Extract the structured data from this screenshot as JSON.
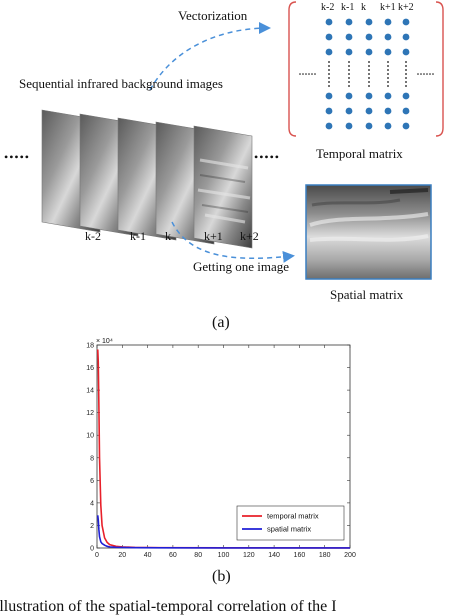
{
  "figure_a": {
    "vectorization_label": "Vectorization",
    "images_label": "Sequential infrared background images",
    "frame_labels": [
      "k-2",
      "k-1",
      "k",
      "k+1",
      "k+2"
    ],
    "matrix_col_labels": [
      "k-2",
      "k-1",
      "k",
      "k+1",
      "k+2"
    ],
    "left_ellipsis": "•••••",
    "right_ellipsis": "•••••",
    "getting_label": "Getting one image",
    "temporal_matrix_label": "Temporal matrix",
    "spatial_matrix_label": "Spatial matrix",
    "panel_label": "(a)",
    "colors": {
      "arrow": "#4a90d9",
      "bracket": "#d9534f",
      "dots": "#2e75b6",
      "spatial_border": "#3a7fc1"
    }
  },
  "figure_b": {
    "panel_label": "(b)",
    "caption_fragment": "Illustration of the spatial-temporal correlation of the I",
    "chart_data": {
      "type": "line",
      "title": "",
      "xlabel": "",
      "ylabel": "",
      "xlim": [
        0,
        200
      ],
      "ylim": [
        0,
        18
      ],
      "y_multiplier": "× 10⁴",
      "x_ticks": [
        0,
        20,
        40,
        60,
        80,
        100,
        120,
        140,
        160,
        180,
        200
      ],
      "y_ticks": [
        0,
        2,
        4,
        6,
        8,
        10,
        12,
        14,
        16,
        18
      ],
      "legend_position": "bottom-right",
      "series": [
        {
          "name": "temporal matrix",
          "color": "#e8202a",
          "x": [
            0.6,
            1,
            1.5,
            2,
            3,
            4,
            6,
            8,
            10,
            15,
            20,
            30,
            50,
            100,
            200
          ],
          "y": [
            17.6,
            16.5,
            12.5,
            8.0,
            3.8,
            2.0,
            0.9,
            0.5,
            0.3,
            0.15,
            0.1,
            0.05,
            0.03,
            0.02,
            0.01
          ]
        },
        {
          "name": "spatial matrix",
          "color": "#1f1fd6",
          "x": [
            0.6,
            1,
            1.5,
            2,
            3,
            4,
            6,
            8,
            10,
            15,
            20,
            30,
            50,
            100,
            200
          ],
          "y": [
            2.9,
            2.5,
            1.6,
            1.0,
            0.55,
            0.4,
            0.25,
            0.15,
            0.1,
            0.06,
            0.05,
            0.03,
            0.02,
            0.01,
            0.01
          ]
        }
      ]
    }
  }
}
